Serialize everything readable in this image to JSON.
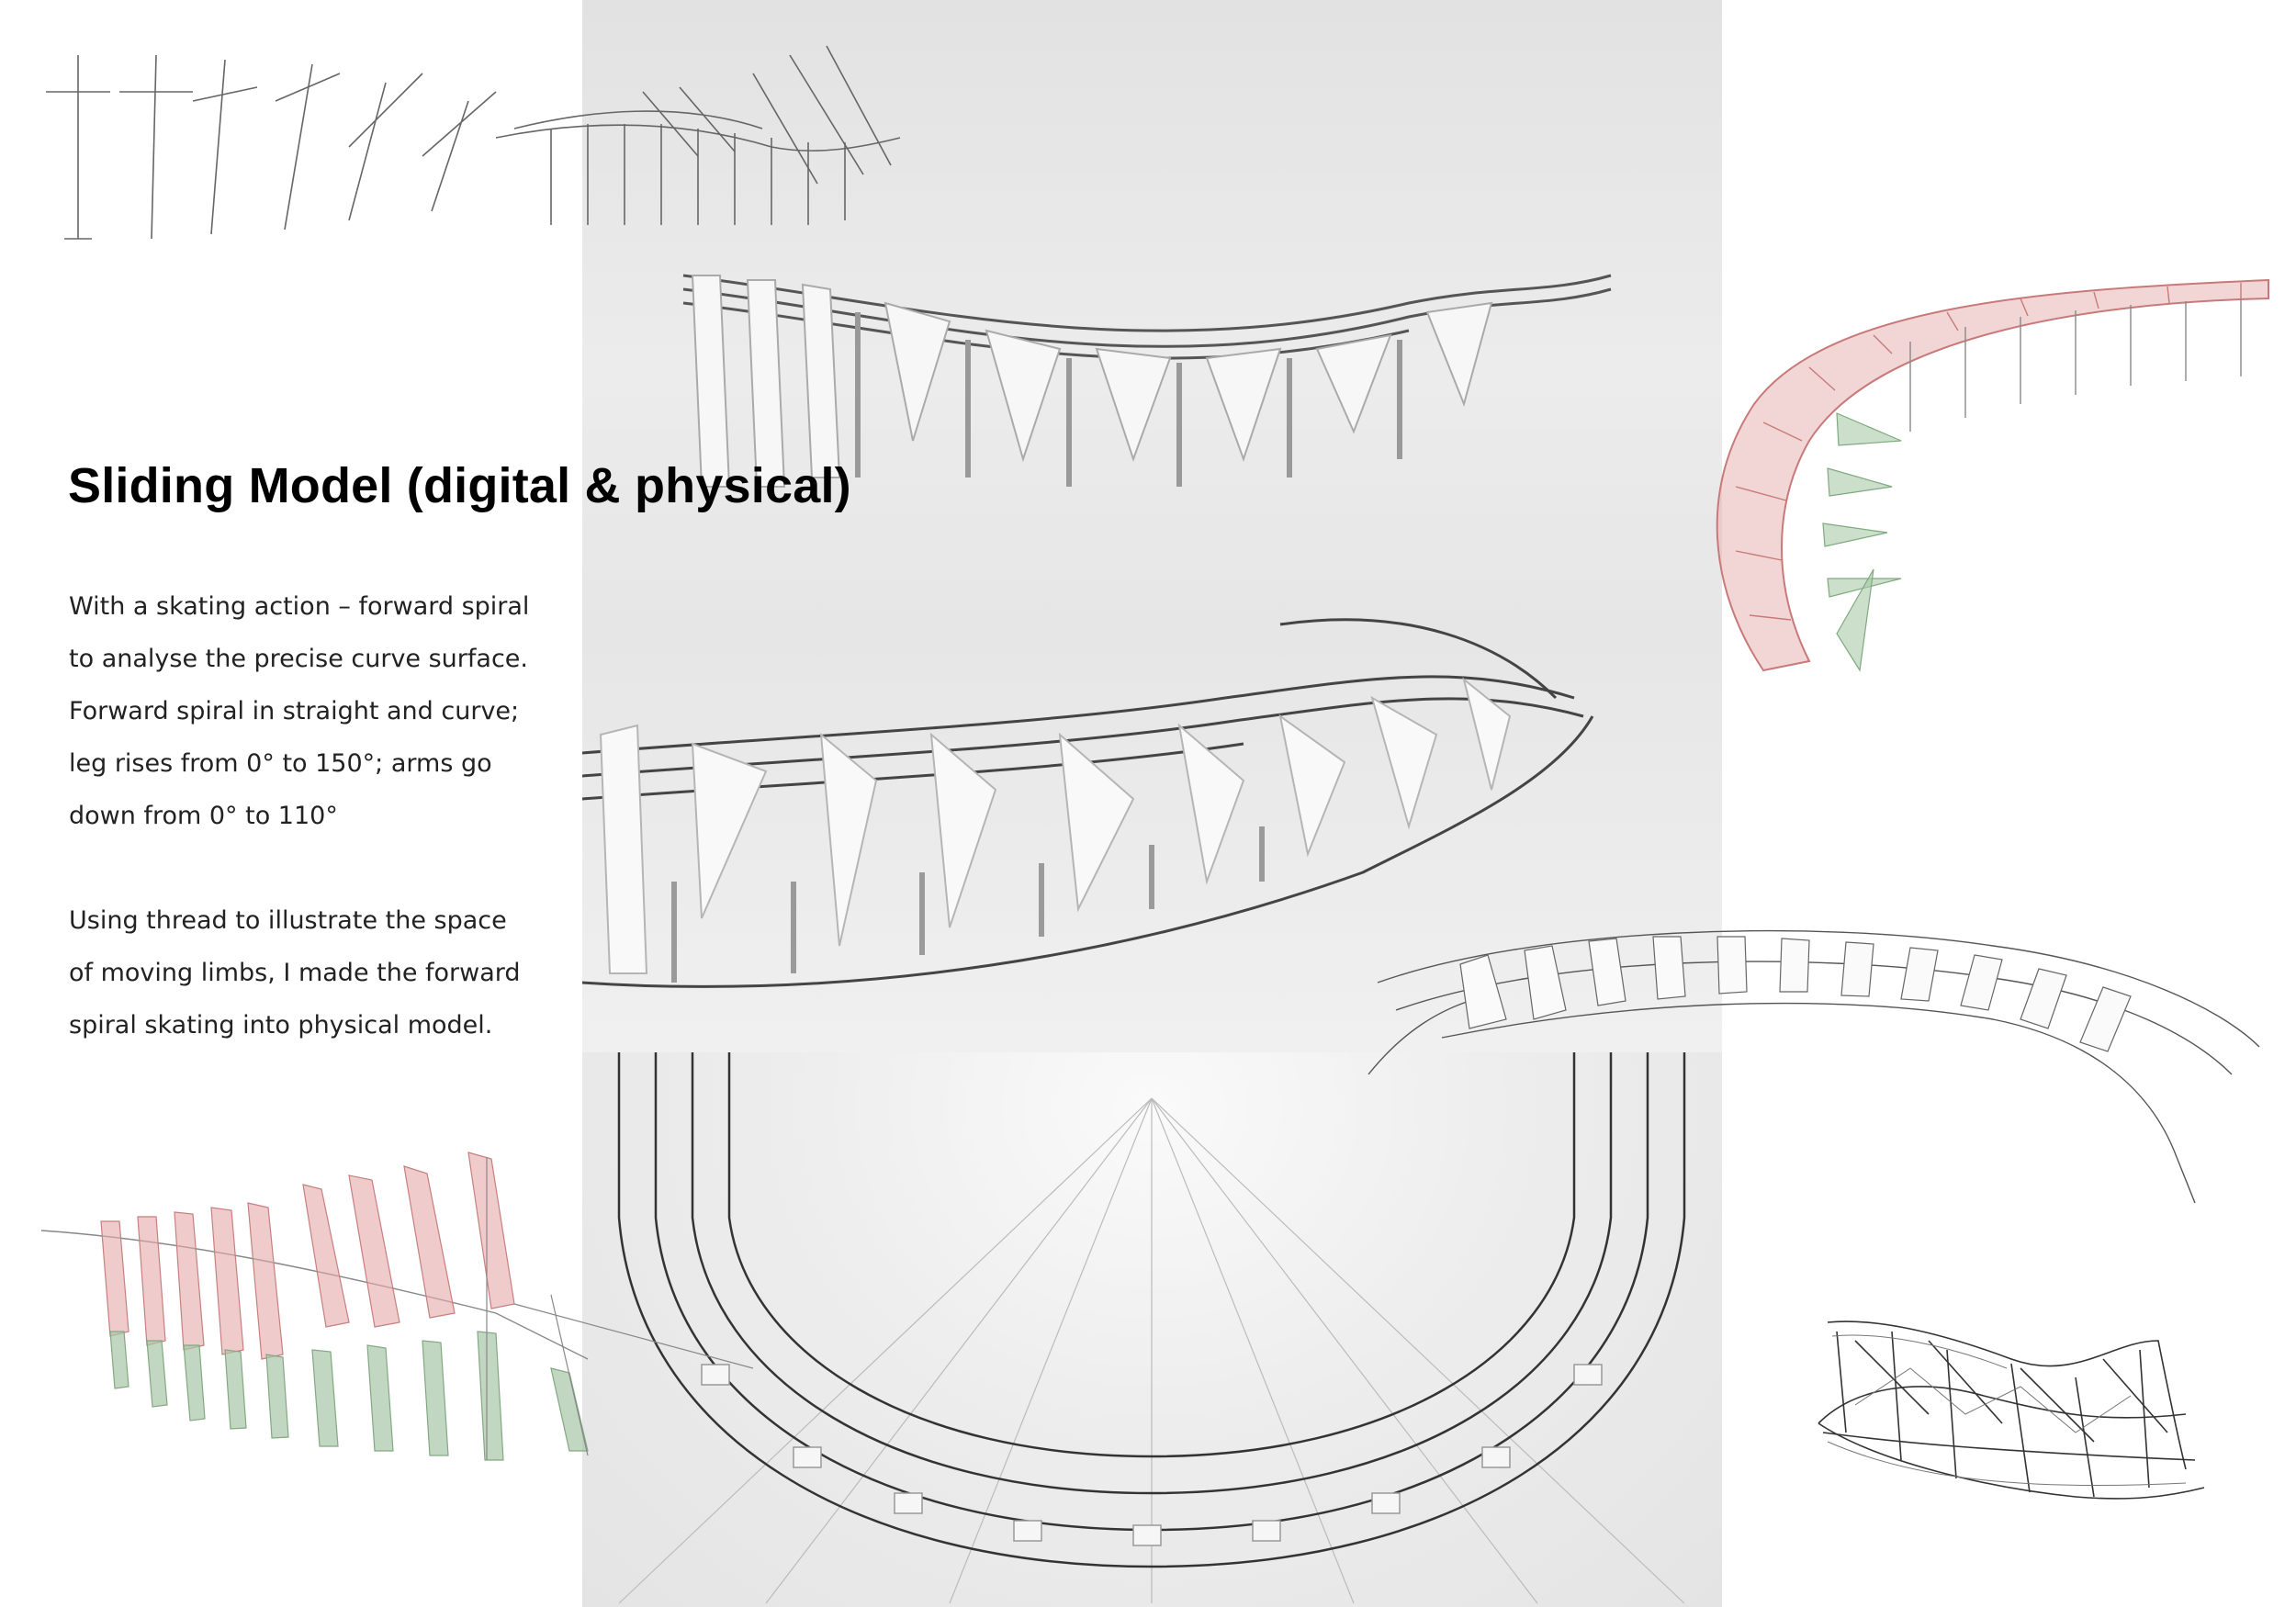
{
  "title": "Sliding Model (digital & physical)",
  "description": [
    [
      "With a skating action – forward spiral",
      "to analyse the precise curve surface.",
      "Forward spiral in straight and curve;",
      "leg rises from 0° to 150°; arms go",
      "down from 0° to 110°"
    ],
    [
      "Using thread to illustrate the space",
      "of moving limbs, I made the forward",
      "spiral skating into physical model."
    ]
  ],
  "colors": {
    "background": "#ffffff",
    "photo_gray": "#e6e6e6",
    "accent_red": "#d98c8c",
    "accent_green": "#9dbf9d",
    "line": "#333333"
  }
}
